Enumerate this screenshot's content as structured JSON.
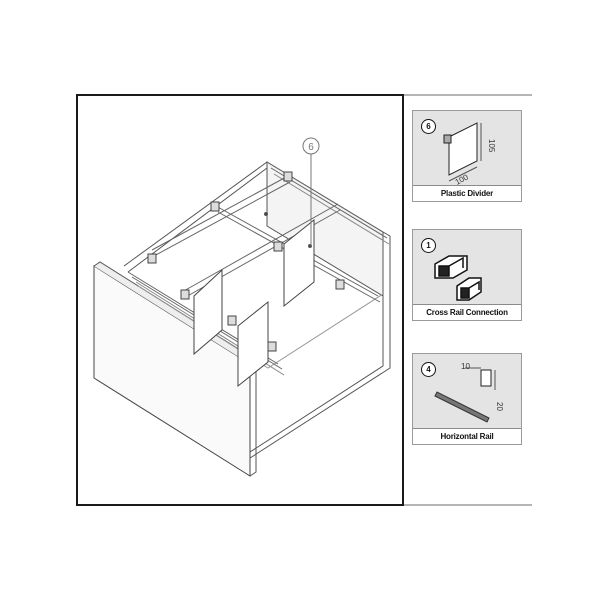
{
  "main_drawing": {
    "callout_number": "6"
  },
  "details": [
    {
      "id": "plastic-divider",
      "number": "6",
      "caption": "Plastic Divider",
      "dimensions": [
        "105",
        "100"
      ]
    },
    {
      "id": "cross-rail-connection",
      "number": "1",
      "caption": "Cross Rail Connection"
    },
    {
      "id": "horizontal-rail",
      "number": "4",
      "caption": "Horizontal Rail",
      "dimensions": [
        "10",
        "20"
      ]
    }
  ]
}
